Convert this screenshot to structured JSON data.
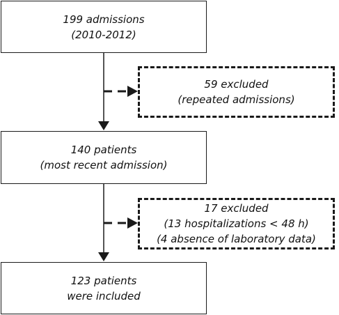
{
  "flow": {
    "step1": {
      "line1": "199 admissions",
      "line2": "(2010-2012)"
    },
    "exclusion1": {
      "line1": "59 excluded",
      "line2": "(repeated admissions)"
    },
    "step2": {
      "line1": "140 patients",
      "line2": "(most recent admission)"
    },
    "exclusion2": {
      "line1": "17 excluded",
      "line2": "(13 hospitalizations < 48 h)",
      "line3": "(4 absence of laboratory data)"
    },
    "step3": {
      "line1": "123 patients",
      "line2": "were included"
    }
  },
  "colors": {
    "stroke": "#1a1a1a",
    "text": "#111111",
    "background": "#ffffff"
  }
}
